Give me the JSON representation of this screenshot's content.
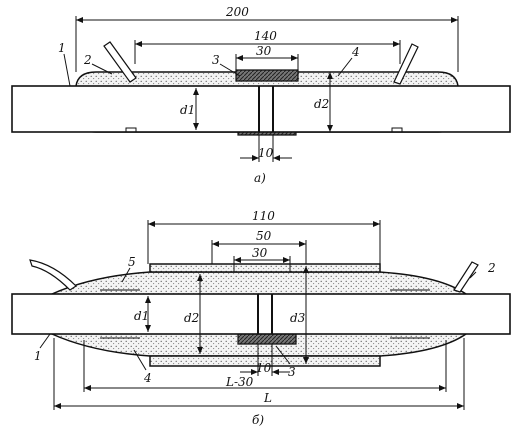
{
  "diagram_a": {
    "dimensions": {
      "d200": "200",
      "d140": "140",
      "d30": "30",
      "d10": "10",
      "d_one": "d1",
      "d_two": "d2"
    },
    "callouts": {
      "c1": "1",
      "c2": "2",
      "c3": "3",
      "c4": "4"
    },
    "caption": "а)"
  },
  "diagram_b": {
    "dimensions": {
      "d110": "110",
      "d50": "50",
      "d30": "30",
      "d10": "10",
      "dL30": "L-30",
      "dL": "L",
      "d_one": "d1",
      "d_two": "d2",
      "d_three": "d3"
    },
    "callouts": {
      "c1": "1",
      "c2": "2",
      "c3": "3",
      "c4": "4",
      "c5": "5"
    },
    "caption": "б)"
  }
}
